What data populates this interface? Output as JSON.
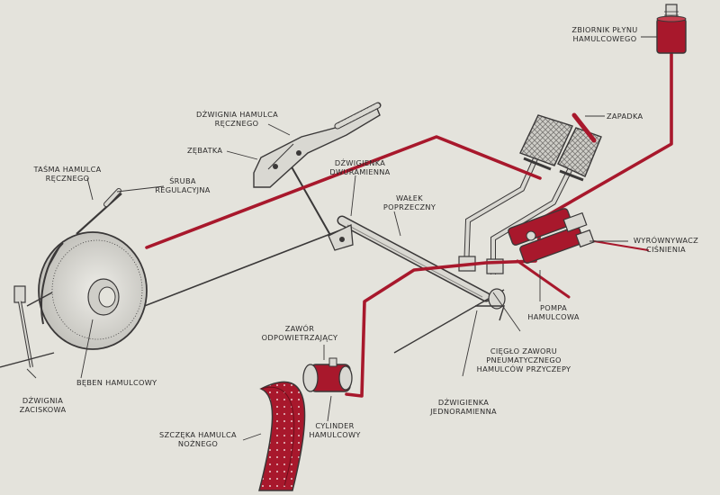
{
  "colors": {
    "background": "#e4e3dc",
    "hydraulic": "#a8182c",
    "line": "#3a3838",
    "part": "#d9d8d2"
  },
  "labels": {
    "zbiornik": [
      "ZBIORNIK PŁYNU",
      "HAMULCOWEGO"
    ],
    "zapadka": [
      "ZAPADKA"
    ],
    "dzwignia_reczna": [
      "DŹWIGNIA HAMULCA",
      "RĘCZNEGO"
    ],
    "zebatka": [
      "ZĘBATKA"
    ],
    "tasma": [
      "TAŚMA HAMULCA",
      "RĘCZNEGO"
    ],
    "sruba": [
      "ŚRUBA",
      "REGULACYJNA"
    ],
    "dwuramienna": [
      "DŹWIGIENKA",
      "DWURAMIENNA"
    ],
    "walek": [
      "WAŁEK",
      "POPRZECZNY"
    ],
    "wyrownywacz": [
      "WYRÓWNYWACZ",
      "CIŚNIENIA"
    ],
    "pompa": [
      "POMPA",
      "HAMULCOWA"
    ],
    "ciegto": [
      "CIĘGŁO ZAWORU",
      "PNEUMATYCZNEGO",
      "HAMULCÓW PRZYCZEPY"
    ],
    "jednoramienna": [
      "DŹWIGIENKA",
      "JEDNORAMIENNA"
    ],
    "zawor": [
      "ZAWÓR",
      "ODPOWIETRZAJĄCY"
    ],
    "cylinder": [
      "CYLINDER",
      "HAMULCOWY"
    ],
    "szczeka": [
      "SZCZĘKA HAMULCA",
      "NOŻNEGO"
    ],
    "beben": [
      "BĘBEN HAMULCOWY"
    ],
    "zaciskowa": [
      "DŹWIGNIA",
      "ZACISKOWA"
    ]
  }
}
